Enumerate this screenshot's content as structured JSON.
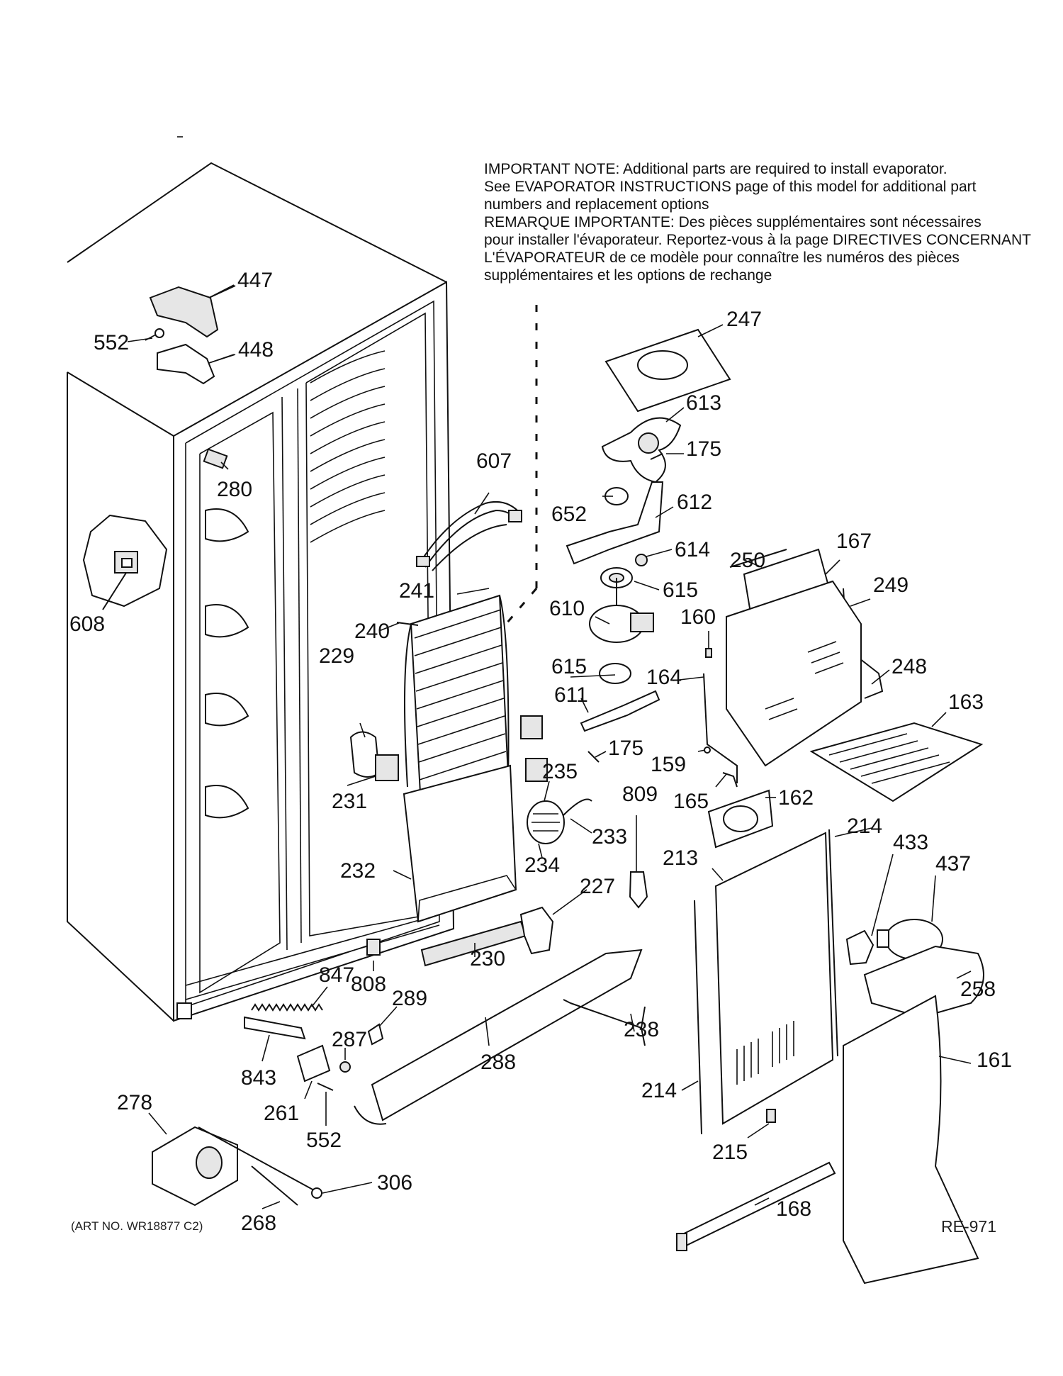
{
  "note": {
    "lines": [
      "IMPORTANT NOTE:  Additional parts are required to install evaporator.",
      "See EVAPORATOR INSTRUCTIONS page of this model for additional part",
      "numbers and replacement options",
      "REMARQUE IMPORTANTE:  Des pièces supplémentaires sont nécessaires",
      "pour installer l'évaporateur. Reportez-vous à la page DIRECTIVES CONCERNANT",
      "L'ÉVAPORATEUR de ce modèle pour connaître les numéros des pièces",
      "supplémentaires et les options de rechange"
    ]
  },
  "labels": [
    "447",
    "552",
    "448",
    "280",
    "608",
    "247",
    "613",
    "175",
    "607",
    "652",
    "612",
    "614",
    "615",
    "241",
    "610",
    "240",
    "229",
    "250",
    "167",
    "249",
    "160",
    "248",
    "164",
    "163",
    "615",
    "611",
    "175",
    "159",
    "235",
    "231",
    "165",
    "162",
    "809",
    "233",
    "232",
    "234",
    "214",
    "213",
    "433",
    "437",
    "227",
    "230",
    "258",
    "847",
    "808",
    "289",
    "238",
    "287",
    "843",
    "288",
    "261",
    "214",
    "161",
    "552",
    "278",
    "215",
    "306",
    "268",
    "168"
  ],
  "footer": {
    "art_no": "(ART NO. WR18877 C2)",
    "ref": "RE-971"
  }
}
